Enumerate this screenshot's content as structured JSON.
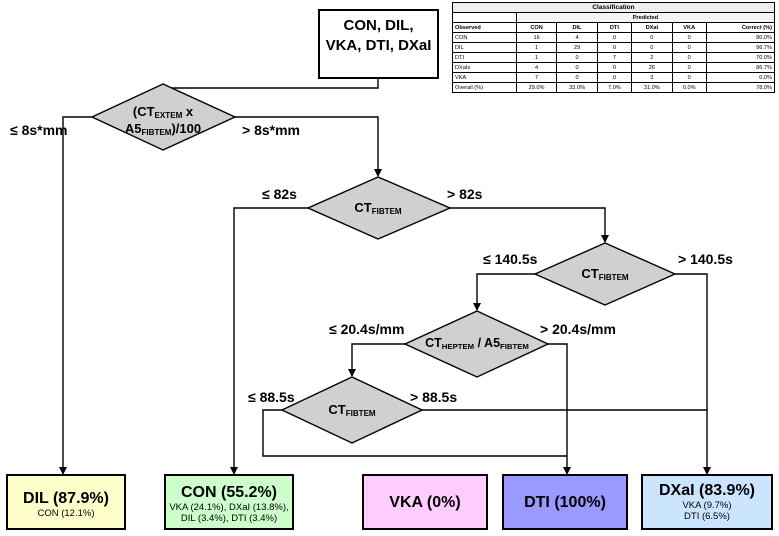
{
  "root": {
    "line1": "CON, DIL,",
    "line2": "VKA, DTI, DXaI"
  },
  "nodes": {
    "n1": {
      "line1_pre": "(CT",
      "line1_sub": "EXTEM",
      "line1_post": " x",
      "line2_pre": "A5",
      "line2_sub": "FIBTEM",
      "line2_post": ")/100",
      "left_label": "≤ 8s*mm",
      "right_label": "> 8s*mm"
    },
    "n2": {
      "pre": "CT",
      "sub": "FIBTEM",
      "left_label": "≤ 82s",
      "right_label": "> 82s"
    },
    "n3": {
      "pre": "CT",
      "sub": "FIBTEM",
      "left_label": "≤ 140.5s",
      "right_label": "> 140.5s"
    },
    "n4": {
      "pre1": "CT",
      "sub1": "HEPTEM",
      "mid": " / A5",
      "sub2": "FIBTEM",
      "left_label": "≤ 20.4s/mm",
      "right_label": "> 20.4s/mm"
    },
    "n5": {
      "pre": "CT",
      "sub": "FIBTEM",
      "left_label": "≤ 88.5s",
      "right_label": "> 88.5s"
    }
  },
  "outcomes": {
    "dil": {
      "title": "DIL (87.9%)",
      "lines": [
        "CON (12.1%)"
      ],
      "color": "#ffffcc"
    },
    "con": {
      "title": "CON (55.2%)",
      "lines": [
        "VKA (24.1%), DXaI (13.8%),",
        "DIL (3.4%), DTI (3.4%)"
      ],
      "color": "#ccffcc"
    },
    "vka": {
      "title": "VKA (0%)",
      "lines": [],
      "color": "#ffccff"
    },
    "dti": {
      "title": "DTI (100%)",
      "lines": [],
      "color": "#9999ff"
    },
    "dxai": {
      "title": "DXaI (83.9%)",
      "lines": [
        "VKA (9.7%)",
        "DTI (6.5%)"
      ],
      "color": "#cce5ff"
    }
  },
  "table": {
    "title": "Classification",
    "predicted_label": "Predicted",
    "headers": [
      "Observed",
      "CON",
      "DIL",
      "DTI",
      "DXaI",
      "VKA",
      "Correct (%)"
    ],
    "rows": [
      [
        "CON",
        "16",
        "4",
        "0",
        "0",
        "0",
        "80.0%"
      ],
      [
        "DIL",
        "1",
        "29",
        "0",
        "0",
        "0",
        "96.7%"
      ],
      [
        "DTI",
        "1",
        "0",
        "7",
        "2",
        "0",
        "70.0%"
      ],
      [
        "DXaIs",
        "4",
        "0",
        "0",
        "26",
        "0",
        "86.7%"
      ],
      [
        "VKA",
        "7",
        "0",
        "0",
        "3",
        "0",
        "0.0%"
      ],
      [
        "Overall (%)",
        "29.0%",
        "33.0%",
        "7.0%",
        "31.0%",
        "0.0%",
        "78.0%"
      ]
    ]
  },
  "colors": {
    "diamond_fill": "#d0d0d0",
    "line": "#000000"
  }
}
